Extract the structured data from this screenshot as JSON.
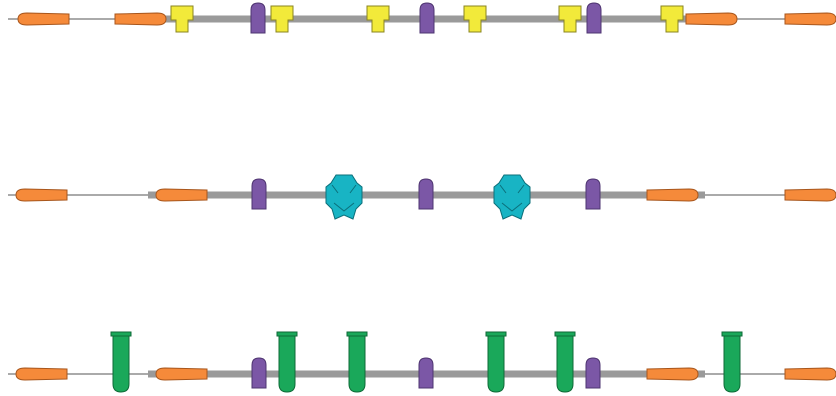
{
  "colors": {
    "background": "#ffffff",
    "line": "#555555",
    "bar": "#9a9a9a",
    "orange": "#f58a3a",
    "orange_stroke": "#a8561c",
    "purple": "#7b57a6",
    "purple_stroke": "#4e3470",
    "yellow": "#f2ea3a",
    "yellow_stroke": "#8a8420",
    "teal": "#18b4c4",
    "teal_stroke": "#0b6f7a",
    "green": "#1aa85a",
    "green_stroke": "#0e6a37"
  },
  "rows": [
    {
      "name": "row-1",
      "parts": [
        {
          "type": "orange-left",
          "icon": "orange-arrow-icon"
        },
        {
          "type": "orange-right",
          "icon": "orange-arrow-icon"
        },
        {
          "type": "yellow",
          "icon": "yellow-tee-icon"
        },
        {
          "type": "purple",
          "icon": "purple-pill-icon"
        },
        {
          "type": "yellow",
          "icon": "yellow-tee-icon"
        },
        {
          "type": "yellow",
          "icon": "yellow-tee-icon"
        },
        {
          "type": "purple",
          "icon": "purple-pill-icon"
        },
        {
          "type": "yellow",
          "icon": "yellow-tee-icon"
        },
        {
          "type": "yellow",
          "icon": "yellow-tee-icon"
        },
        {
          "type": "purple",
          "icon": "purple-pill-icon"
        },
        {
          "type": "yellow",
          "icon": "yellow-tee-icon"
        },
        {
          "type": "orange-right",
          "icon": "orange-arrow-icon"
        },
        {
          "type": "orange-right",
          "icon": "orange-arrow-icon"
        }
      ]
    },
    {
      "name": "row-2",
      "parts": [
        {
          "type": "orange-left",
          "icon": "orange-arrow-icon"
        },
        {
          "type": "orange-left",
          "icon": "orange-arrow-icon"
        },
        {
          "type": "purple",
          "icon": "purple-pill-icon"
        },
        {
          "type": "teal",
          "icon": "teal-hexagon-icon"
        },
        {
          "type": "purple",
          "icon": "purple-pill-icon"
        },
        {
          "type": "teal",
          "icon": "teal-hexagon-icon"
        },
        {
          "type": "purple",
          "icon": "purple-pill-icon"
        },
        {
          "type": "orange-right",
          "icon": "orange-arrow-icon"
        },
        {
          "type": "orange-right",
          "icon": "orange-arrow-icon"
        }
      ]
    },
    {
      "name": "row-3",
      "parts": [
        {
          "type": "orange-left",
          "icon": "orange-arrow-icon"
        },
        {
          "type": "green",
          "icon": "green-tube-icon"
        },
        {
          "type": "orange-left",
          "icon": "orange-arrow-icon"
        },
        {
          "type": "purple",
          "icon": "purple-pill-icon"
        },
        {
          "type": "green",
          "icon": "green-tube-icon"
        },
        {
          "type": "green",
          "icon": "green-tube-icon"
        },
        {
          "type": "purple",
          "icon": "purple-pill-icon"
        },
        {
          "type": "green",
          "icon": "green-tube-icon"
        },
        {
          "type": "green",
          "icon": "green-tube-icon"
        },
        {
          "type": "purple",
          "icon": "purple-pill-icon"
        },
        {
          "type": "orange-right",
          "icon": "orange-arrow-icon"
        },
        {
          "type": "green",
          "icon": "green-tube-icon"
        },
        {
          "type": "orange-right",
          "icon": "orange-arrow-icon"
        }
      ]
    }
  ]
}
